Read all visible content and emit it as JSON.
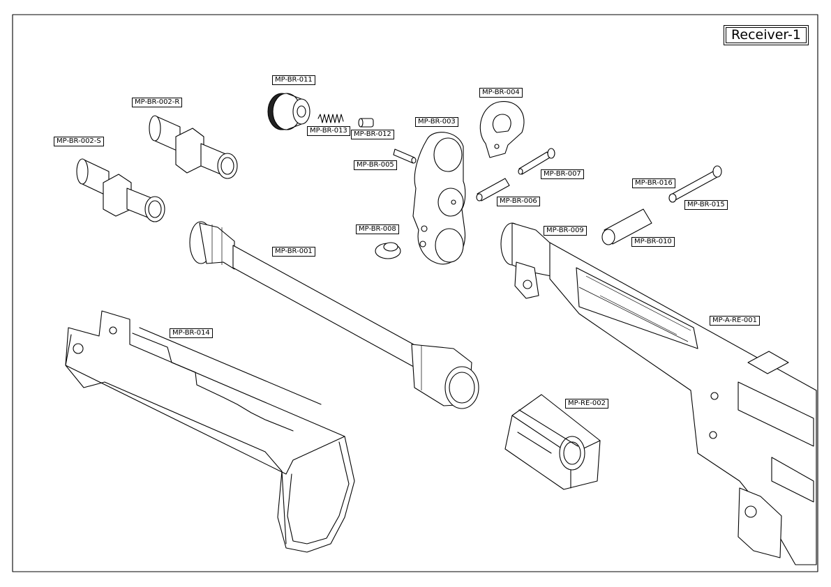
{
  "sheet": {
    "title": "Receiver-1"
  },
  "labels": {
    "mp_br_011": "MP-BR-011",
    "mp_br_013": "MP-BR-013",
    "mp_br_012": "MP-BR-012",
    "mp_br_003": "MP-BR-003",
    "mp_br_004": "MP-BR-004",
    "mp_br_002_r": "MP-BR-002-R",
    "mp_br_002_s": "MP-BR-002-S",
    "mp_br_005": "MP-BR-005",
    "mp_br_007": "MP-BR-007",
    "mp_br_006": "MP-BR-006",
    "mp_br_016": "MP-BR-016",
    "mp_br_015": "MP-BR-015",
    "mp_br_008": "MP-BR-008",
    "mp_br_009": "MP-BR-009",
    "mp_br_010": "MP-BR-010",
    "mp_br_001": "MP-BR-001",
    "mp_a_re_001": "MP-A-RE-001",
    "mp_br_014": "MP-BR-014",
    "mp_re_002": "MP-RE-002"
  }
}
